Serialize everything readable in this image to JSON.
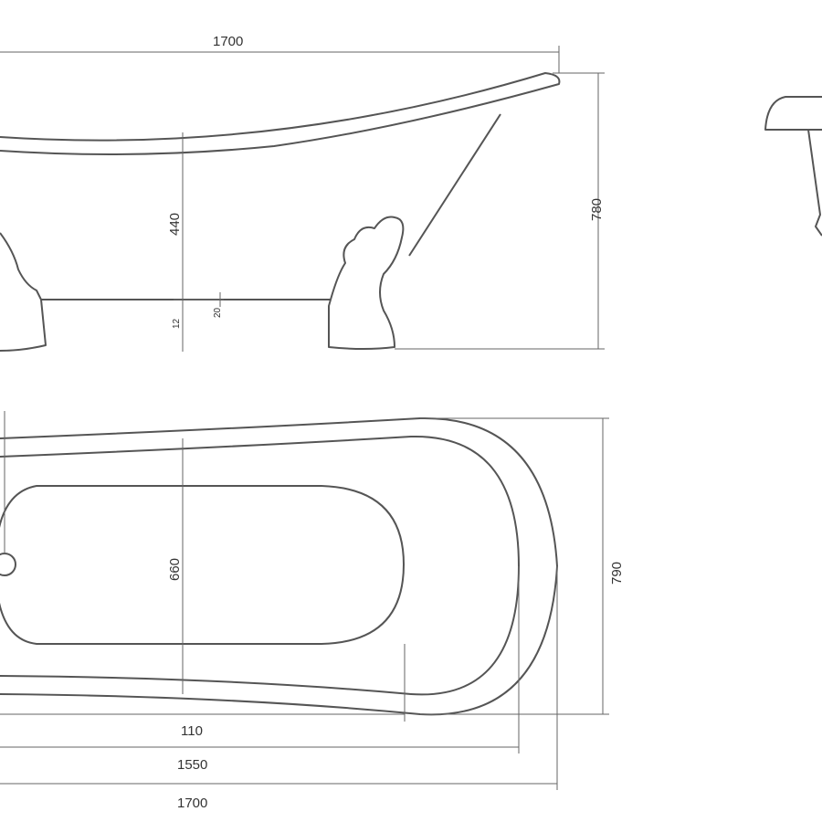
{
  "dimensions": {
    "side_length": "1700",
    "side_height": "780",
    "inner_depth": "440",
    "leg_gap": "12",
    "base_offset": "20",
    "top_width": "790",
    "inner_width": "660",
    "drain_offset": "110",
    "inner_length": "1550",
    "top_length": "1700"
  }
}
